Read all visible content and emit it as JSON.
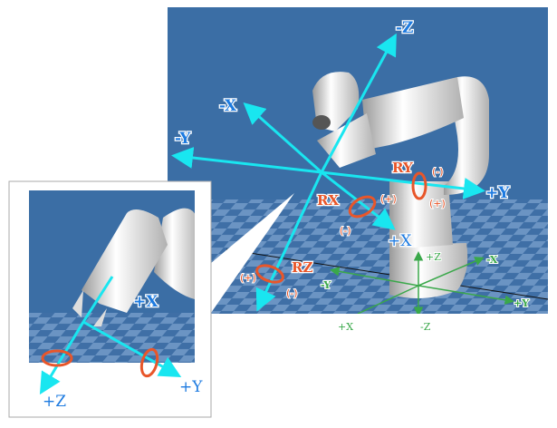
{
  "main_view": {
    "tool_axes": {
      "neg_z": "-Z",
      "neg_x": "-X",
      "neg_y": "-Y",
      "pos_y": "+Y",
      "pos_x": "+X"
    },
    "rotations": {
      "rx": "RX",
      "ry": "RY",
      "rz": "RZ",
      "rx_plus": "(+)",
      "rx_minus": "(-)",
      "ry_plus": "(+)",
      "ry_minus": "(-)",
      "rz_plus": "(+)",
      "rz_minus": "(-)"
    },
    "base_axes": {
      "pos_z": "+Z",
      "neg_x": "-X",
      "neg_y": "-Y",
      "pos_y": "+Y",
      "pos_x": "+X",
      "neg_z": "-Z"
    }
  },
  "inset": {
    "pos_x": "+X",
    "pos_z": "+Z",
    "pos_y": "+Y"
  },
  "colors": {
    "sky": "#3b6ea5",
    "axis_cyan": "#19e6f0",
    "rotation": "#e8562a",
    "base_axis": "#3aa84a",
    "label_blue": "#1e7be0"
  }
}
